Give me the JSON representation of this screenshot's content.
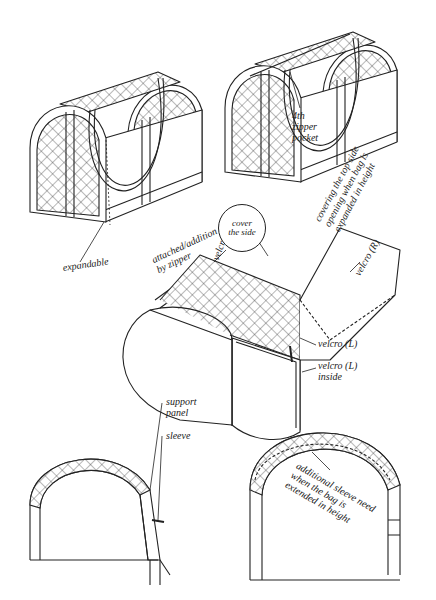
{
  "diagram": {
    "nodes": [
      {
        "text": [
          "cover the side"
        ]
      }
    ],
    "labels": [
      "expandable",
      "4th zipper pocket",
      "attached/addition by zipper",
      "velcro (R)",
      "covering the top side opening when bag is expanded in height",
      "velcro (R)",
      "velcro (L)",
      "velcro (L) inside",
      "support panel",
      "sleeve",
      "additional sleeve need when the bag is extended in height"
    ]
  }
}
